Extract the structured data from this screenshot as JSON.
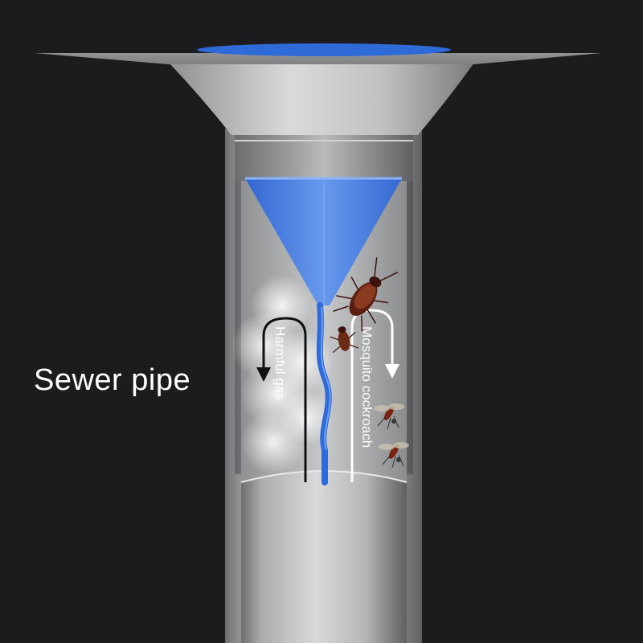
{
  "labels": {
    "pipe": "Sewer pipe",
    "gas": "Harmful gas",
    "pests": "Mosquito cockroach"
  },
  "icons": [
    "drain-flange-icon",
    "funnel-valve-icon",
    "smoke-icon",
    "cockroach-icon",
    "mosquito-icon",
    "arrow-down-icon"
  ],
  "colors": {
    "background": "#1c1c1e",
    "valve_blue": "#2f6bd8",
    "pipe_silver": "#b9bbbd",
    "text": "#ffffff"
  }
}
